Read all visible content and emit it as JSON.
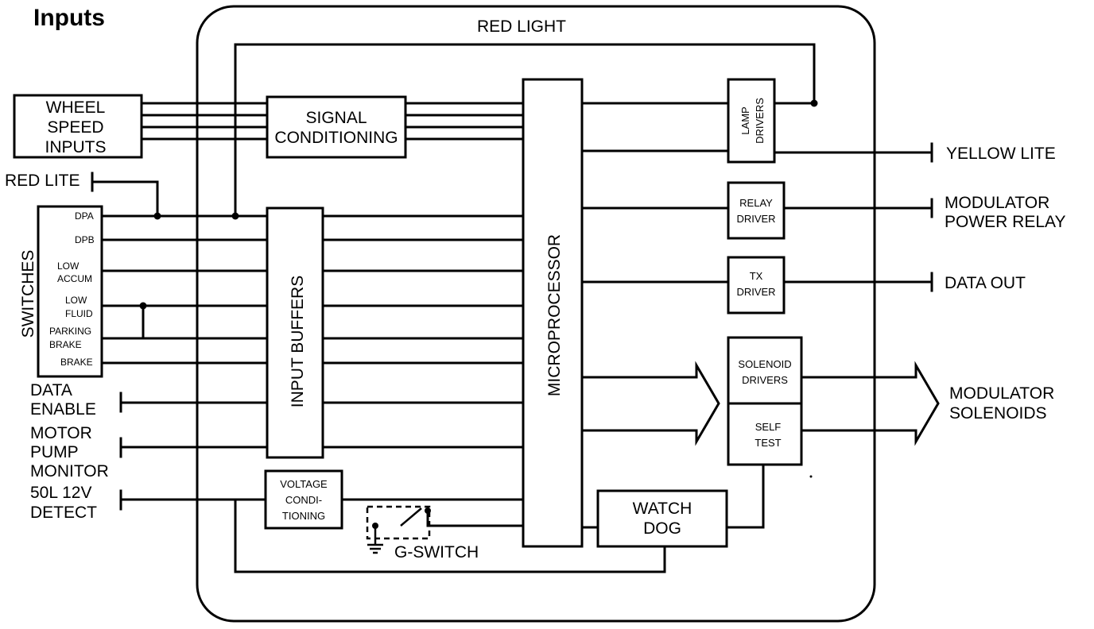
{
  "title": "Inputs",
  "labels": {
    "red_light": "RED LIGHT",
    "wheel_speed": [
      "WHEEL",
      "SPEED",
      "INPUTS"
    ],
    "signal_conditioning": [
      "SIGNAL",
      "CONDITIONING"
    ],
    "red_lite": "RED LITE",
    "switches": "SWITCHES",
    "switch_items": {
      "dpa": "DPA",
      "dpb": "DPB",
      "low_accum": [
        "LOW",
        "ACCUM"
      ],
      "low_fluid": [
        "LOW",
        "FLUID"
      ],
      "parking_brake": [
        "PARKING",
        "BRAKE"
      ],
      "brake": "BRAKE"
    },
    "data_enable": [
      "DATA",
      "ENABLE"
    ],
    "motor_pump": [
      "MOTOR",
      "PUMP",
      "MONITOR"
    ],
    "detect": [
      "50L 12V",
      "DETECT"
    ],
    "input_buffers": "INPUT BUFFERS",
    "voltage_cond": [
      "VOLTAGE",
      "CONDI-",
      "TIONING"
    ],
    "g_switch": "G-SWITCH",
    "microprocessor": "MICROPROCESSOR",
    "lamp_drivers": [
      "LAMP",
      "DRIVERS"
    ],
    "relay_driver": [
      "RELAY",
      "DRIVER"
    ],
    "tx_driver": [
      "TX",
      "DRIVER"
    ],
    "solenoid_drivers": [
      "SOLENOID",
      "DRIVERS"
    ],
    "self_test": [
      "SELF",
      "TEST"
    ],
    "watch_dog": [
      "WATCH",
      "DOG"
    ],
    "yellow_lite": "YELLOW LITE",
    "modulator_power_relay": [
      "MODULATOR",
      "POWER RELAY"
    ],
    "data_out": "DATA OUT",
    "modulator_solenoids": [
      "MODULATOR",
      "SOLENOIDS"
    ]
  }
}
